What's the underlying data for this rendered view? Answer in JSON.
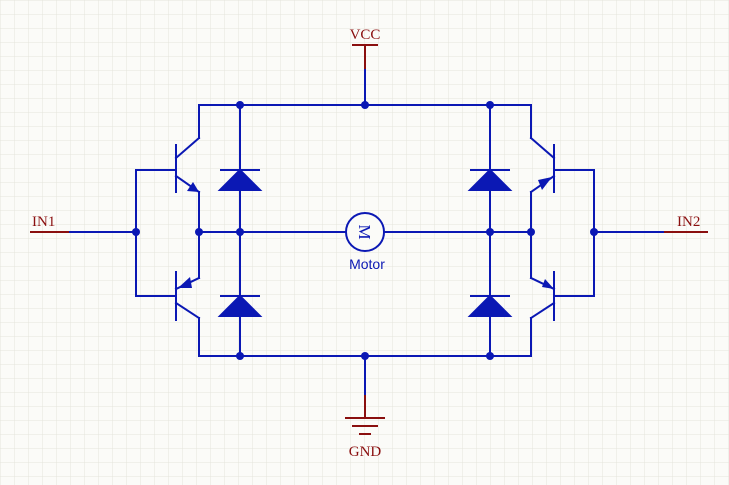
{
  "labels": {
    "vcc": "VCC",
    "gnd": "GND",
    "in1": "IN1",
    "in2": "IN2",
    "motor": "Motor",
    "motor_symbol": "M"
  },
  "colors": {
    "wire": "#0b18b4",
    "net_label": "#8a0f0f",
    "grid": "#e4e4dc",
    "background": "#fbfbf8"
  }
}
